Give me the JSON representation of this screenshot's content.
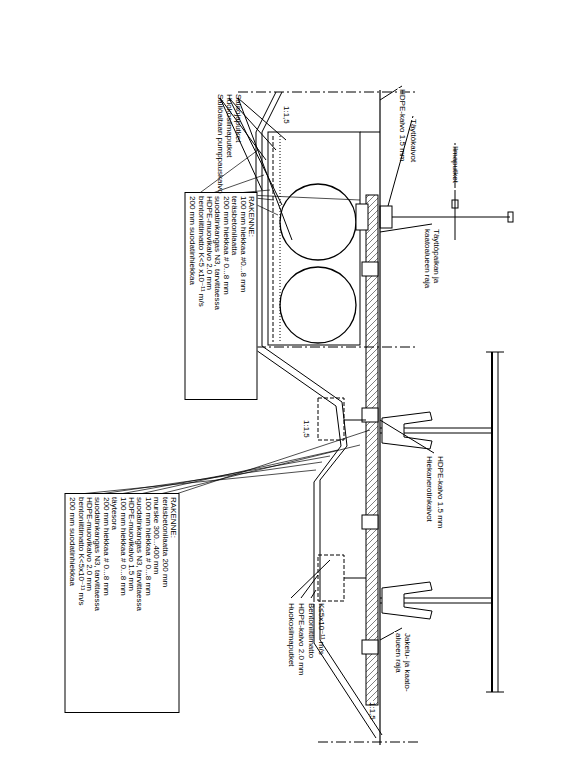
{
  "diagram": {
    "nodes": [
      {
        "text": [
          "RAKENNE:",
          "100 mm hiekkaa #0...8 mm",
          "teräsbetonilaatta",
          "200 mm hiekkaa # 0...8 mm",
          "suodatinkangas N3, tarvittaessa",
          "HDPE-muovikalvo 2.0 mm",
          "bentoniittimatto K<5 x10⁻¹¹ m/s",
          "200 mm suodatinhiekkaa"
        ]
      },
      {
        "text": [
          "RAKENNE:",
          "teräsbetonilaatta 200 mm",
          "murske 300...400 mm",
          "100 mm hiekkaa # 0...8 mm",
          "suodatinkangas N3, tarvittaessa",
          "HDPE-muovikalvo 1.5 mm",
          "100 mm hiekkaa # 0...8 mm",
          "täytesora",
          "200 mm hiekkaa # 0...8 mm",
          "suodatinkangas N3, tarvittaessa",
          "HDPE-muovikalvo 2.0 mm",
          "bentoniittimatto K<5x10⁻¹¹ m/s",
          "200 mm suodatinhiekkaa"
        ]
      }
    ],
    "labels": [
      "Säiliöaltaan pumppauskaivo",
      "Huokosilmaputket",
      "Salaojaputket",
      "1:1,5",
      "HDPE-kalvo 1.5 mm",
      "Täyttökaivot",
      "Ilmaputket",
      "Täyttöpaikan ja kaatoalueen raja",
      "1:1,5",
      "HDPE-kalvo 1.5 mm",
      "Hiekanerotinkaivot",
      "Huokosilmaputket",
      "HDPE-kalvo 2.0 mm",
      "Bentoniittimatto",
      "K≤5x10⁻¹¹ m/s",
      "Jakelu- ja kaato-alueen raja",
      "1:1,5"
    ]
  }
}
